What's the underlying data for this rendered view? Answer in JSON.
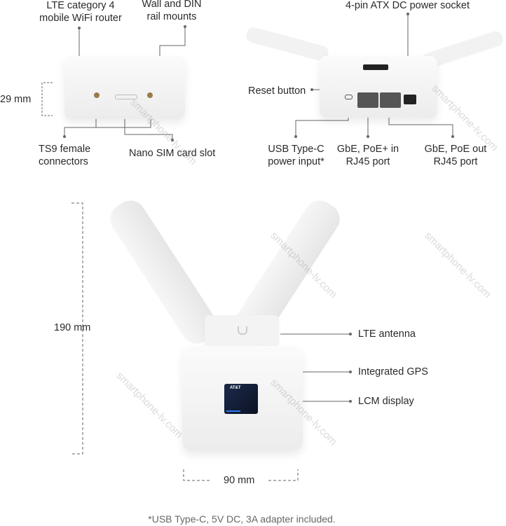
{
  "top_left": {
    "label_router": [
      "LTE category 4",
      "mobile WiFi router"
    ],
    "label_mounts": [
      "Wall and DIN",
      "rail mounts"
    ],
    "label_height": "29 mm",
    "label_connectors": [
      "TS9 female",
      "connectors"
    ],
    "label_sim": "Nano SIM card slot"
  },
  "top_right": {
    "label_power": "4-pin ATX DC power socket",
    "label_reset": "Reset button",
    "label_usb": [
      "USB Type-C",
      "power input*"
    ],
    "label_poe_in": [
      "GbE, PoE+ in",
      "RJ45 port"
    ],
    "label_poe_out": [
      "GbE, PoE out",
      "RJ45 port"
    ]
  },
  "front": {
    "label_height": "190 mm",
    "label_width": "90 mm",
    "label_antenna": "LTE antenna",
    "label_gps": "Integrated GPS",
    "label_lcm": "LCM display",
    "screen_carrier": "AT&T"
  },
  "footnote": "*USB Type-C, 5V DC, 3A adapter included.",
  "watermark": "smartphone-lv.com"
}
